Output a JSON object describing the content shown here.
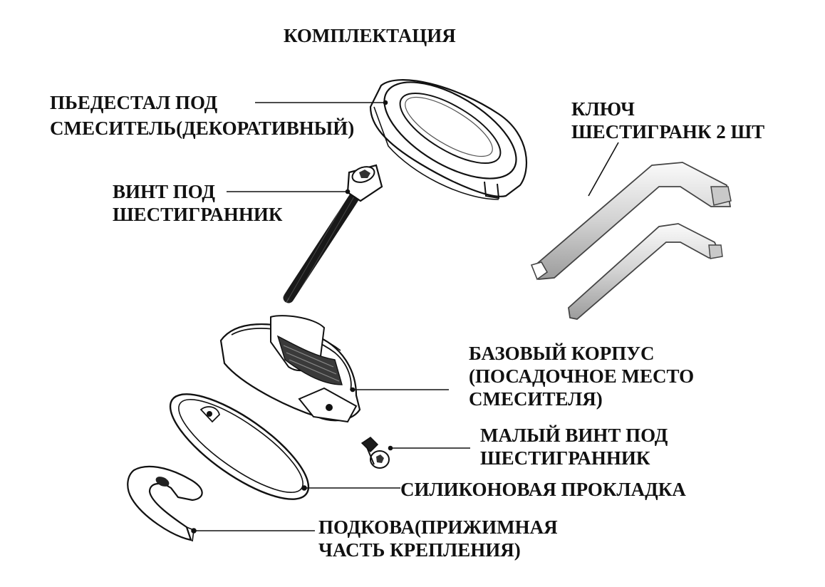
{
  "title": "КОМПЛЕКТАЦИЯ",
  "labels": {
    "pedestal": [
      "ПЬЕДЕСТАЛ ПОД",
      "СМЕСИТЕЛЬ(ДЕКОРАТИВНЫЙ)"
    ],
    "bolt": [
      "ВИНТ ПОД",
      "ШЕСТИГРАННИК"
    ],
    "keys": [
      "КЛЮЧ",
      "ШЕСТИГРАНК 2 ШТ"
    ],
    "base": [
      "БАЗОВЫЙ КОРПУС",
      "(ПОСАДОЧНОЕ МЕСТО",
      "СМЕСИТЕЛЯ)"
    ],
    "small_screw": [
      "МАЛЫЙ ВИНТ ПОД",
      "ШЕСТИГРАННИК"
    ],
    "gasket": [
      "СИЛИКОНОВАЯ ПРОКЛАДКА"
    ],
    "horseshoe": [
      "ПОДКОВА(ПРИЖИМНАЯ",
      "ЧАСТЬ КРЕПЛЕНИЯ)"
    ]
  },
  "colors": {
    "ink": "#111111",
    "part_fill": "#ffffff",
    "bolt_dark": "#222222",
    "metal_light": "#e6e6e6",
    "metal_mid": "#b8b8b8"
  }
}
